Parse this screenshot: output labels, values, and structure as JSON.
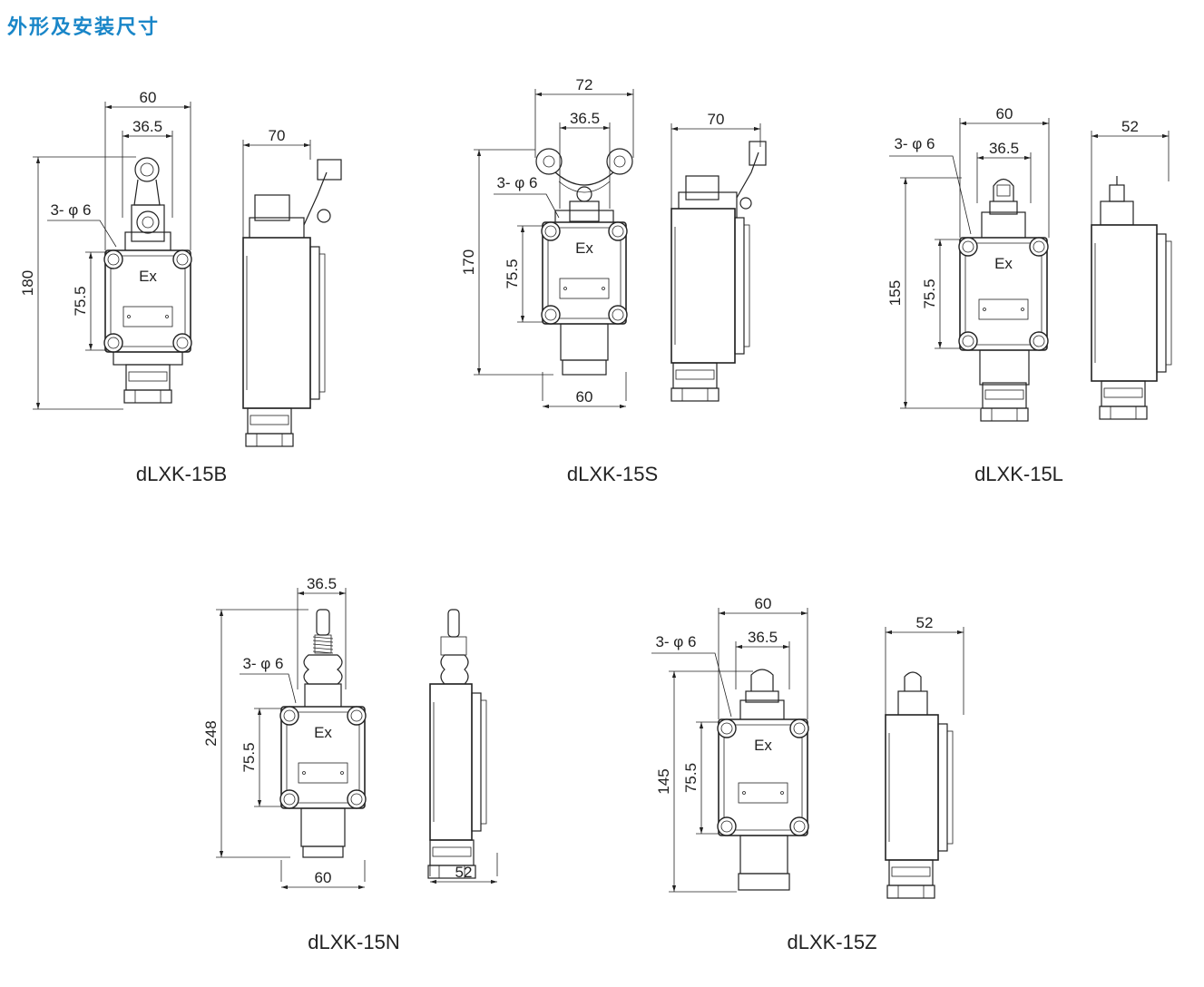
{
  "title": "外形及安装尺寸",
  "common": {
    "ex_label": "Ex",
    "hole_label": "3- φ 6",
    "dim_75_5": "75.5",
    "dim_36_5": "36.5"
  },
  "models": [
    {
      "id": "b",
      "name": "dLXK-15B",
      "front_width": "60",
      "height": "180",
      "side_width": "70"
    },
    {
      "id": "s",
      "name": "dLXK-15S",
      "top_width": "72",
      "bottom_width": "60",
      "height": "170",
      "side_width": "70"
    },
    {
      "id": "l",
      "name": "dLXK-15L",
      "front_width": "60",
      "height": "155",
      "side_width": "52"
    },
    {
      "id": "n",
      "name": "dLXK-15N",
      "bottom_width": "60",
      "height": "248",
      "side_width": "52"
    },
    {
      "id": "z",
      "name": "dLXK-15Z",
      "front_width": "60",
      "height": "145",
      "side_width": "52"
    }
  ]
}
